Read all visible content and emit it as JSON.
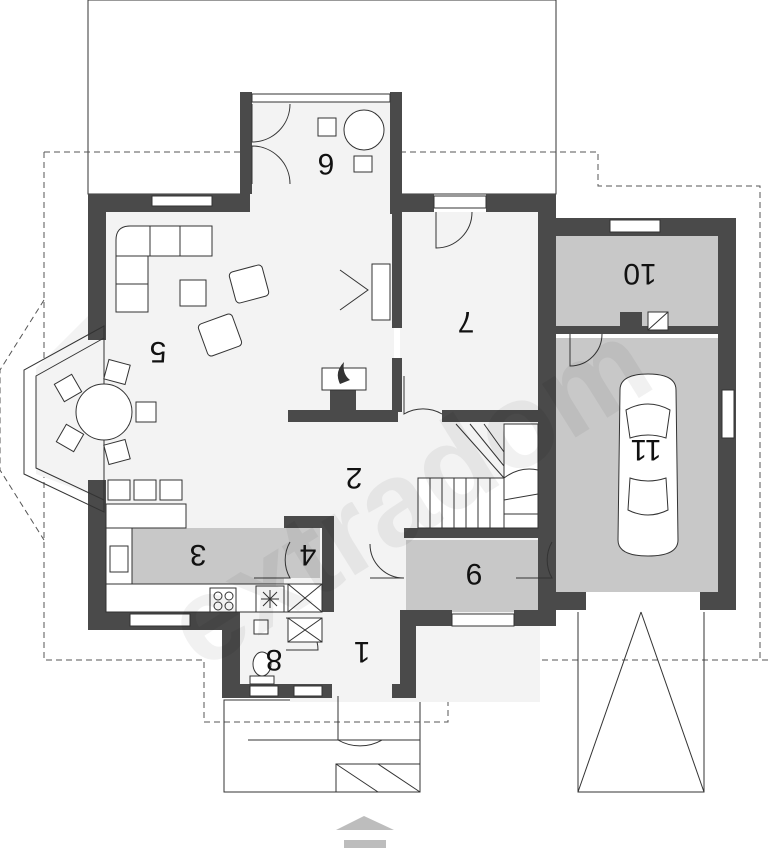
{
  "plan": {
    "watermark": "extradom",
    "rooms": [
      {
        "id": "r1",
        "label": "1"
      },
      {
        "id": "r2",
        "label": "2"
      },
      {
        "id": "r3",
        "label": "3"
      },
      {
        "id": "r4",
        "label": "4"
      },
      {
        "id": "r5",
        "label": "5"
      },
      {
        "id": "r6",
        "label": "6"
      },
      {
        "id": "r7",
        "label": "7"
      },
      {
        "id": "r8",
        "label": "8"
      },
      {
        "id": "r9",
        "label": "9"
      },
      {
        "id": "r10",
        "label": "10"
      },
      {
        "id": "r11",
        "label": "11"
      }
    ]
  }
}
